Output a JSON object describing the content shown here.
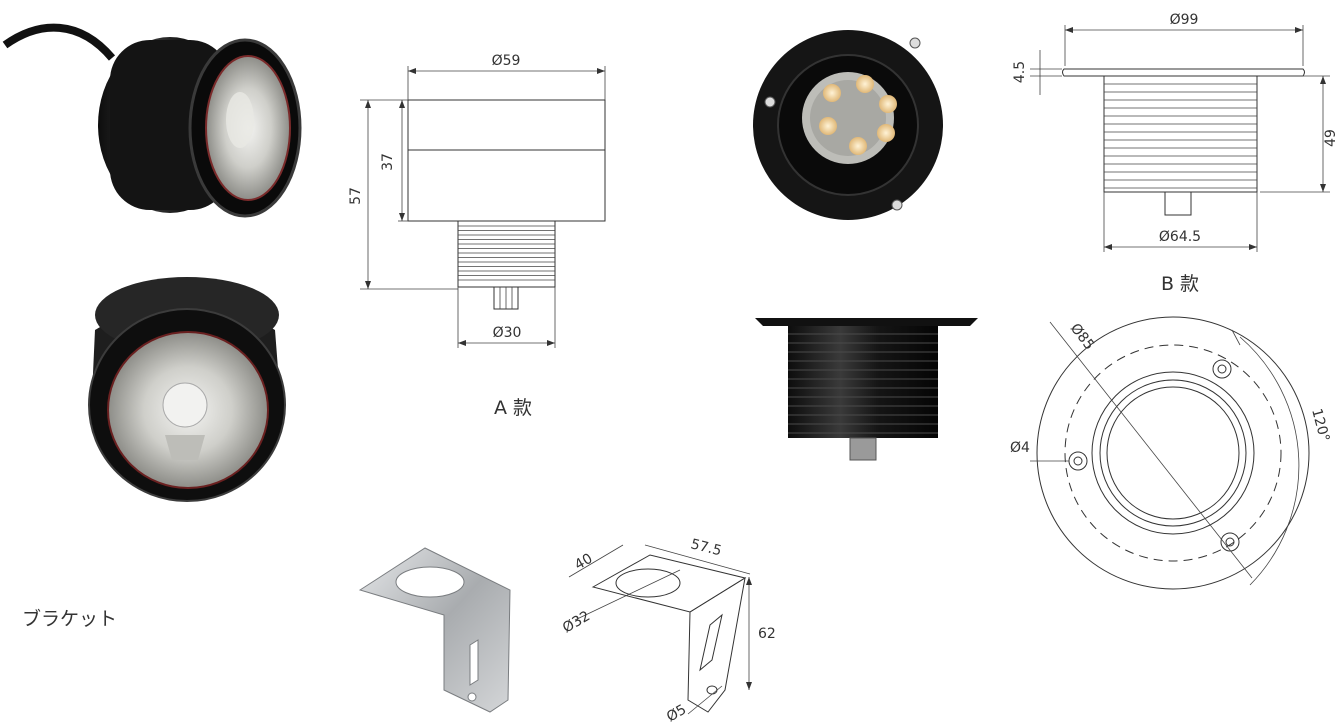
{
  "captions": {
    "model_a": "A 款",
    "model_b": "B 款",
    "bracket": "ブラケット"
  },
  "model_a_dims": {
    "diameter_top": "Ø59",
    "height_total": "57",
    "height_body": "37",
    "diameter_thread": "Ø30"
  },
  "model_b_dims": {
    "diameter_flange": "Ø99",
    "flange_thickness": "4.5",
    "body_height": "49",
    "diameter_body": "Ø64.5",
    "pcd": "Ø85",
    "hole": "Ø4",
    "angle": "120°"
  },
  "bracket_dims": {
    "depth": "40",
    "width": "57.5",
    "hole_large": "Ø32",
    "height": "62",
    "hole_small": "Ø5"
  },
  "colors": {
    "line": "#333333",
    "housing": "#1c1c1c",
    "lens": "#c9c9c4",
    "steel": "#b9bcbf"
  }
}
